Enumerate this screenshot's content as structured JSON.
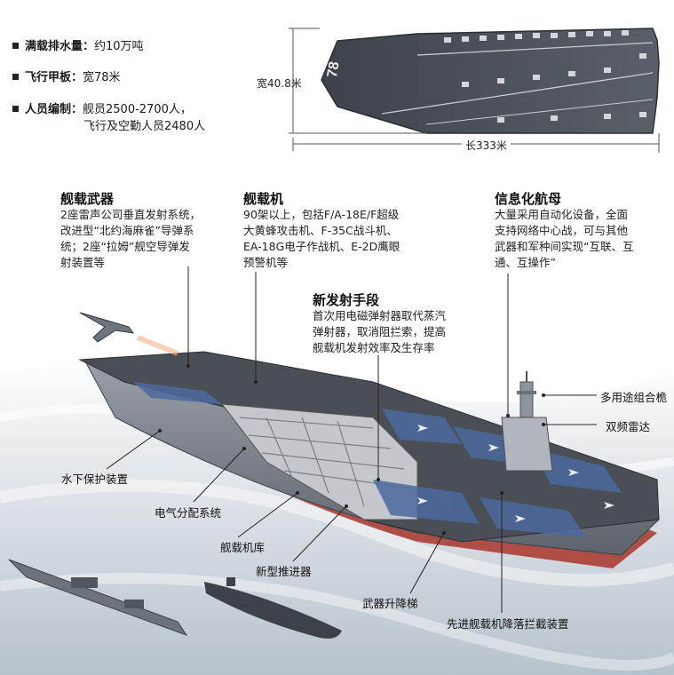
{
  "specs": [
    {
      "label": "满载排水量：",
      "value": "约10万吨"
    },
    {
      "label": "飞行甲板：",
      "value": "宽78米"
    },
    {
      "label": "人员编制：",
      "value": "舰员2500-2700人，",
      "value2": "飞行及空勤人员2480人"
    }
  ],
  "dimensions": {
    "width": "宽40.8米",
    "length": "长333米",
    "hull_number": "78"
  },
  "sections": {
    "weapons": {
      "title": "舰载武器",
      "lines": [
        "2座雷声公司垂直发射系统，",
        "改进型“北约海麻雀”导弹系",
        "统；2座“拉姆”舰空导弹发",
        "射装置等"
      ]
    },
    "aircraft": {
      "title": "舰载机",
      "lines": [
        "90架以上，包括F/A-18E/F超级",
        "大黄蜂攻击机、F-35C战斗机、",
        "EA-18G电子作战机、E-2D鹰眼",
        "预警机等"
      ]
    },
    "info": {
      "title": "信息化航母",
      "lines": [
        "大量采用自动化设备，全面",
        "支持网络中心战，可与其他",
        "武器和军种间实现“互联、互",
        "通、互操作”"
      ]
    },
    "launch": {
      "title": "新发射手段",
      "lines": [
        "首次用电磁弹射器取代蒸汽",
        "弹射器，取消阻拦索，提高",
        "舰载机发射效率及生存率"
      ]
    }
  },
  "callouts": {
    "mast": "多用途组合桅",
    "radar": "双频雷达",
    "underwater": "水下保护装置",
    "power": "电气分配系统",
    "hangar": "舰载机库",
    "propulsion": "新型推进器",
    "elevator": "武器升降梯",
    "arrest": "先进舰载机降落拦截装置"
  },
  "colors": {
    "deck": "#4a4f56",
    "hull_red": "#a8352c",
    "hull_gray": "#8c9299",
    "sea": "#c9d3db"
  }
}
